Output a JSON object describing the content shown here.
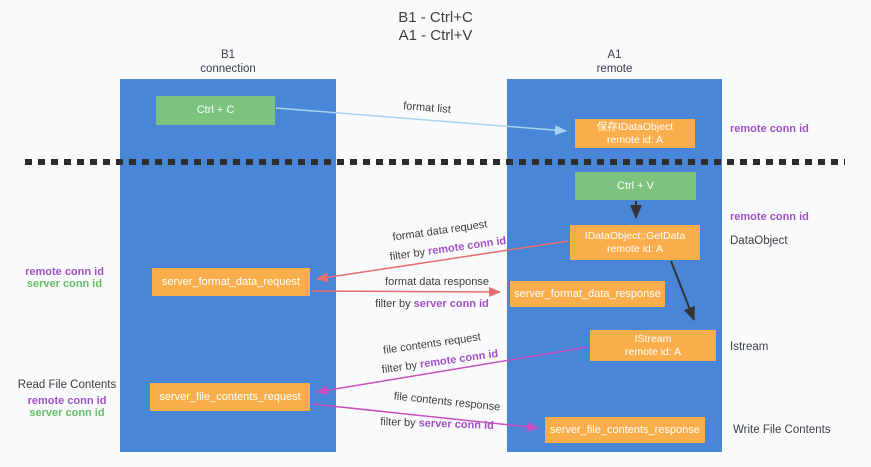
{
  "title": {
    "line1": "B1 - Ctrl+C",
    "line2": "A1 - Ctrl+V"
  },
  "lifelines": {
    "left": {
      "name": "B1",
      "sub": "connection"
    },
    "right": {
      "name": "A1",
      "sub": "remote"
    }
  },
  "nodes": {
    "ctrl_c": {
      "label": "Ctrl + C"
    },
    "ctrl_v": {
      "label": "Ctrl + V"
    },
    "save_idataobject": {
      "line1": "保存IDataObject",
      "line2": "remote id: A"
    },
    "getdata": {
      "line1": "IDataObject::GetData",
      "line2": "remote id: A"
    },
    "istream": {
      "line1": "IStream",
      "line2": "remote id: A"
    },
    "format_request": {
      "label": "server_format_data_request"
    },
    "format_response": {
      "label": "server_format_data_response"
    },
    "file_request": {
      "label": "server_file_contents_request"
    },
    "file_response": {
      "label": "server_file_contents_response"
    }
  },
  "messages": {
    "format_list": "format list",
    "format_data_request": "format data request",
    "format_data_response": "format data response",
    "file_contents_request": "file contents request",
    "file_contents_response": "file contents response",
    "filter_by": "filter by ",
    "remote_conn_id": "remote conn id",
    "server_conn_id": "server conn id"
  },
  "annotations": {
    "right_top_remote_conn_id": "remote conn id",
    "right_mid_remote_conn_id": "remote conn id",
    "dataobject": "DataObject",
    "istream": "Istream",
    "write_file_contents": "Write File Contents",
    "left_mid": {
      "remote": "remote conn id",
      "server": "server conn id"
    },
    "left_bottom": {
      "title": "Read File Contents",
      "remote": "remote conn id",
      "server": "server conn id"
    }
  },
  "colors": {
    "lifeline_blue": "#4a86d8",
    "node_orange": "#f9ae4b",
    "node_green": "#7cc47d",
    "arrow_red": "#e86e6e",
    "arrow_magenta": "#c94fc0",
    "arrow_lightblue": "#a9d3ee",
    "arrow_black": "#333333",
    "text_purple": "#a052c7",
    "text_green": "#67bd68",
    "text_dark": "#3c4043",
    "background": "#f9fafb"
  }
}
